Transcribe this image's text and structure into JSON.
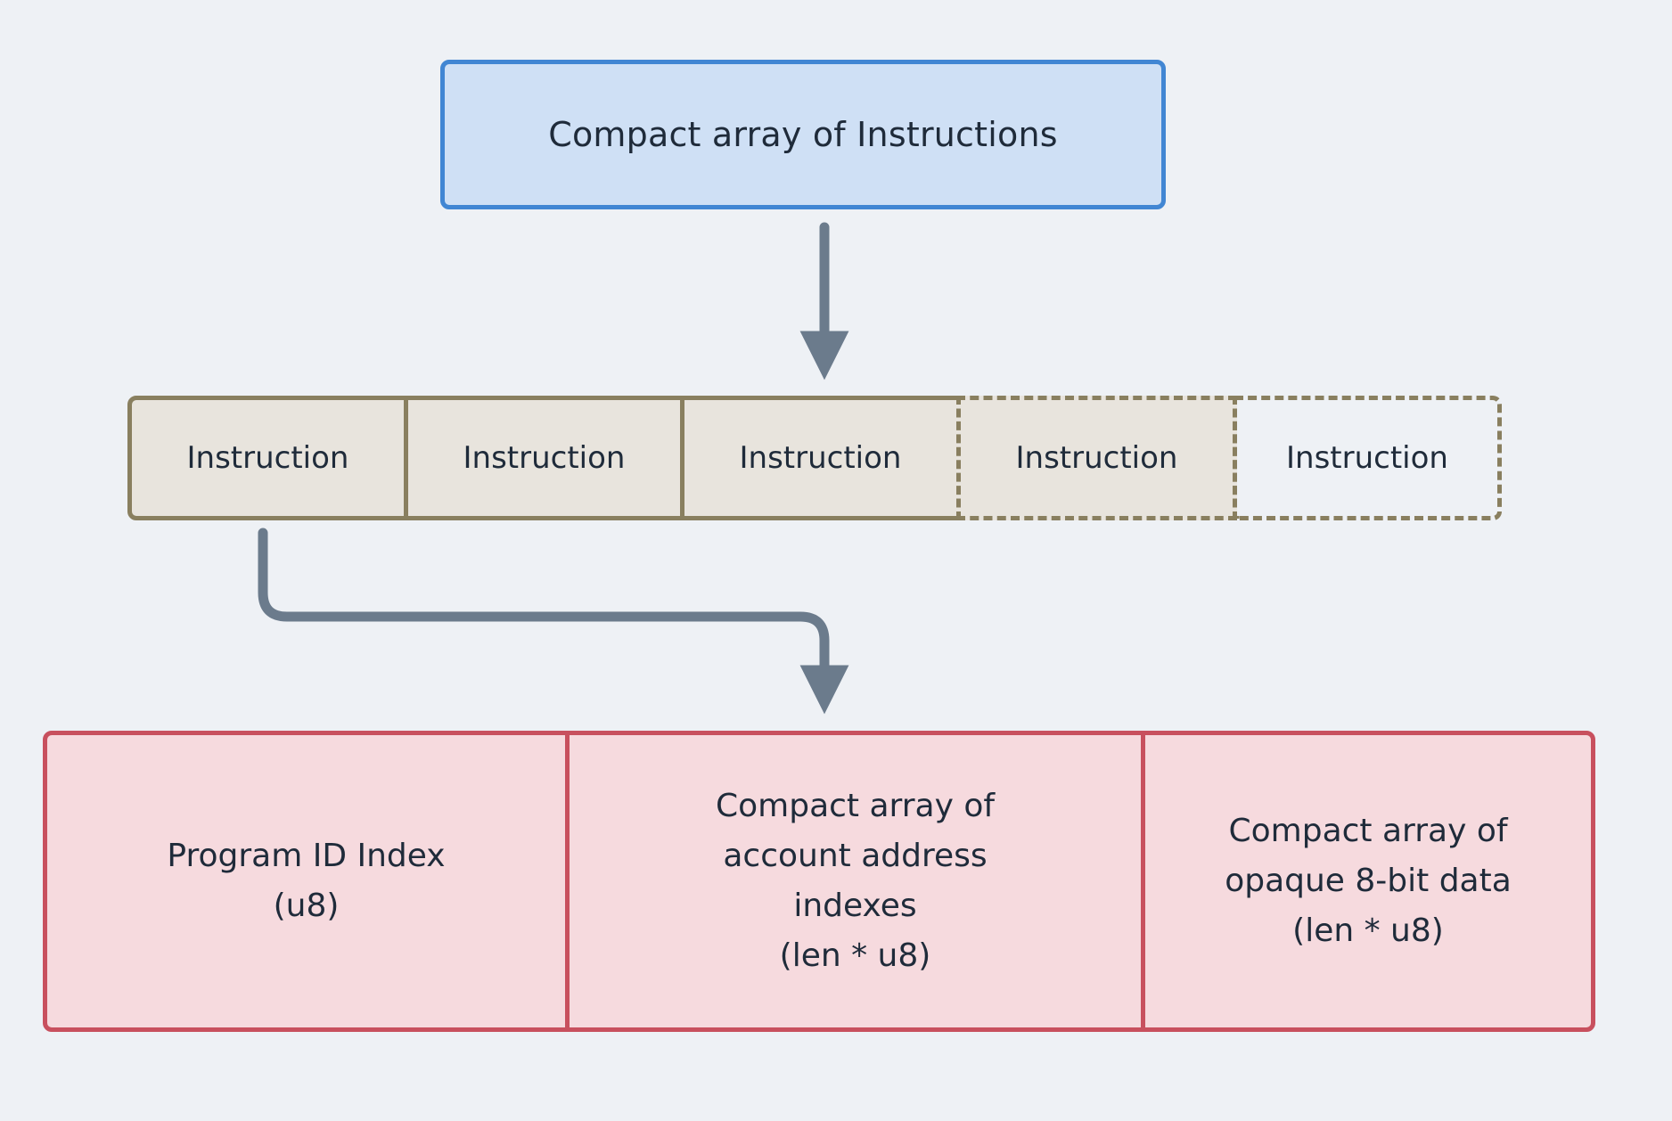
{
  "diagram": {
    "title_box": {
      "label": "Compact array of Instructions",
      "fill": "#cfe0f5",
      "stroke": "#4186d3"
    },
    "instruction_strip": {
      "fill": "#e8e4dd",
      "stroke": "#897f5f",
      "items": [
        {
          "label": "Instruction",
          "style": "solid"
        },
        {
          "label": "Instruction",
          "style": "solid"
        },
        {
          "label": "Instruction",
          "style": "solid"
        },
        {
          "label": "Instruction",
          "style": "dashed-filled"
        },
        {
          "label": "Instruction",
          "style": "dashed-empty"
        }
      ]
    },
    "instruction_detail": {
      "fill": "#f6dade",
      "stroke": "#c8505e",
      "fields": [
        {
          "label": "Program ID Index\n(u8)"
        },
        {
          "label": "Compact array of\naccount address\nindexes\n(len * u8)"
        },
        {
          "label": "Compact array of\nopaque 8-bit data\n(len * u8)"
        }
      ]
    },
    "arrows": {
      "color": "#6b7b8c",
      "items": [
        {
          "name": "array-to-strip",
          "kind": "straight-down"
        },
        {
          "name": "instruction-to-detail",
          "kind": "elbow-down-right-down"
        }
      ]
    },
    "background": "#eef1f5"
  }
}
